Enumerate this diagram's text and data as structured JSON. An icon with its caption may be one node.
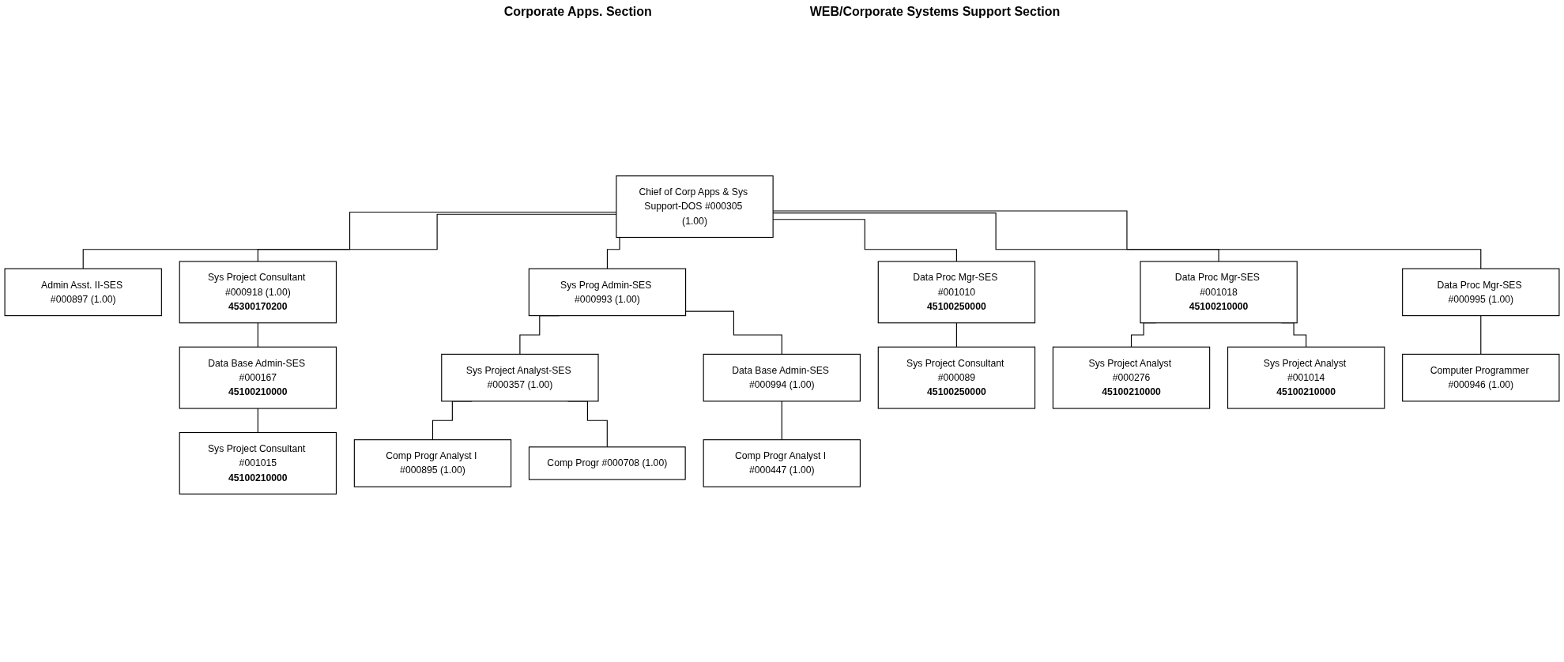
{
  "diagram": {
    "nodes": [
      {
        "text": [
          "Chief of Corp Apps & Sys Support-DOS #000305 (1.00)"
        ]
      },
      {
        "text": [
          "Admin Asst. II-SES #000897 (1.00)"
        ]
      },
      {
        "text": [
          "Sys Project Consultant #000918 (1.00)",
          "45300170200"
        ]
      },
      {
        "text": [
          "Data Base Admin-SES #000167",
          "45100210000"
        ]
      },
      {
        "text": [
          "Sys Project Consultant #001015",
          "45100210000"
        ]
      },
      {
        "text": [
          "Sys Prog Admin-SES #000993 (1.00)"
        ]
      },
      {
        "text": [
          "Data Proc Mgr-SES #001010",
          "45100250000"
        ]
      },
      {
        "text": [
          "Data Proc Mgr-SES #001018",
          "45100210000"
        ]
      },
      {
        "text": [
          "Data Proc Mgr-SES #000995 (1.00)"
        ]
      },
      {
        "text": [
          "Sys Project Analyst-SES #000357 (1.00)"
        ]
      },
      {
        "text": [
          "Data Base Admin-SES #000994 (1.00)"
        ]
      },
      {
        "text": [
          "Sys Project Consultant #000089",
          "45100250000"
        ]
      },
      {
        "text": [
          "Sys Project Analyst #000276",
          "45100210000"
        ]
      },
      {
        "text": [
          "Computer Programmer #000946 (1.00)"
        ]
      },
      {
        "text": [
          "Comp Progr Analyst I #000895 (1.00)"
        ]
      },
      {
        "text": [
          "Comp Progr Analyst I #000447 (1.00)"
        ]
      },
      {
        "text": [
          "Sys Project Analyst #001014",
          "45100210000"
        ]
      },
      {
        "text": [
          "Comp Progr #000708 (1.00)"
        ]
      }
    ],
    "edges": [
      {
        "from": 0,
        "to": 1,
        "arrow": "none"
      },
      {
        "from": 0,
        "to": 2,
        "arrow": "none"
      },
      {
        "from": 2,
        "to": 3,
        "arrow": "none"
      },
      {
        "from": 3,
        "to": 4,
        "arrow": "none"
      },
      {
        "from": 0,
        "to": 5,
        "arrow": "none"
      },
      {
        "from": 0,
        "to": 6,
        "arrow": "none"
      },
      {
        "from": 0,
        "to": 7,
        "arrow": "none"
      },
      {
        "from": 0,
        "to": 8,
        "arrow": "none"
      },
      {
        "from": 5,
        "to": 9,
        "arrow": "none"
      },
      {
        "from": 5,
        "to": 10,
        "arrow": "none"
      },
      {
        "from": 6,
        "to": 11,
        "arrow": "none"
      },
      {
        "from": 7,
        "to": 12,
        "arrow": "none"
      },
      {
        "from": 8,
        "to": 13,
        "arrow": "none"
      },
      {
        "from": 9,
        "to": 14,
        "arrow": "none"
      },
      {
        "from": 10,
        "to": 15,
        "arrow": "none"
      },
      {
        "from": 7,
        "to": 16,
        "arrow": "none"
      },
      {
        "from": 9,
        "to": 17,
        "arrow": "none"
      }
    ],
    "labels": [
      "Corporate Apps. Section",
      "WEB/Corporate Systems Support Section"
    ]
  }
}
